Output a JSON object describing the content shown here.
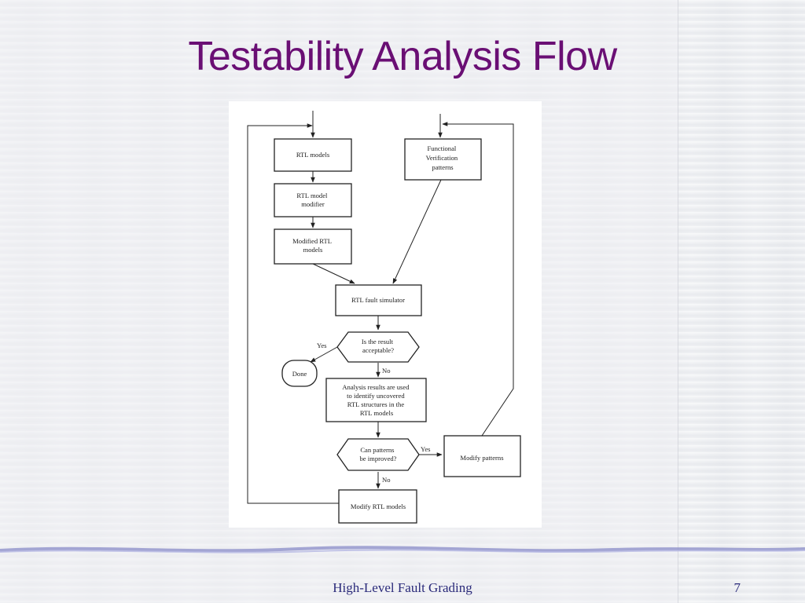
{
  "slide": {
    "title": "Testability Analysis Flow",
    "footer": "High-Level Fault Grading",
    "page_number": "7"
  },
  "flowchart": {
    "nodes": {
      "rtl_models": [
        "RTL models"
      ],
      "rtl_model_modifier": [
        "RTL model",
        "modifier"
      ],
      "modified_rtl_models": [
        "Modified RTL",
        "models"
      ],
      "functional_verification_patterns": [
        "Functional",
        "Verification",
        "patterns"
      ],
      "rtl_fault_simulator": [
        "RTL fault simulator"
      ],
      "is_result_acceptable": [
        "Is the result",
        "acceptable?"
      ],
      "done": [
        "Done"
      ],
      "analysis_results": [
        "Analysis results are used",
        "to identify uncovered",
        "RTL structures in the",
        "RTL models"
      ],
      "can_patterns_be_improved": [
        "Can patterns",
        "be improved?"
      ],
      "modify_patterns": [
        "Modify patterns"
      ],
      "modify_rtl_models": [
        "Modify RTL models"
      ]
    },
    "edge_labels": {
      "yes_done": "Yes",
      "no_analysis": "No",
      "yes_modify_patterns": "Yes",
      "no_modify_rtl": "No"
    }
  }
}
